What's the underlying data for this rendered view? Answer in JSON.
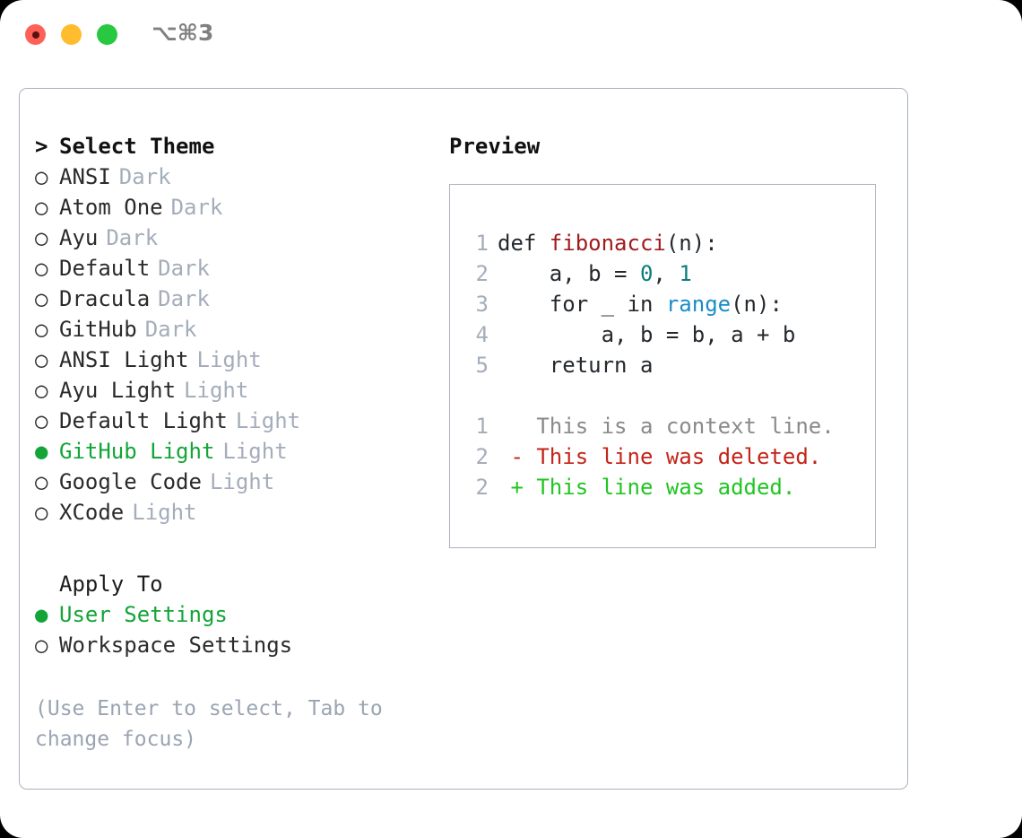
{
  "titlebar": {
    "shortcut": "⌥⌘3",
    "buttons": [
      {
        "name": "close",
        "color": "#ff6058"
      },
      {
        "name": "minimize",
        "color": "#ffbd2e"
      },
      {
        "name": "maximize",
        "color": "#28c940"
      }
    ]
  },
  "left": {
    "header_marker": ">",
    "header": "Select Theme",
    "marker_unselected": "○",
    "marker_selected": "●",
    "themes": [
      {
        "name": "ANSI",
        "variant": "Dark",
        "selected": false
      },
      {
        "name": "Atom One",
        "variant": "Dark",
        "selected": false
      },
      {
        "name": "Ayu",
        "variant": "Dark",
        "selected": false
      },
      {
        "name": "Default",
        "variant": "Dark",
        "selected": false
      },
      {
        "name": "Dracula",
        "variant": "Dark",
        "selected": false
      },
      {
        "name": "GitHub",
        "variant": "Dark",
        "selected": false
      },
      {
        "name": "ANSI Light",
        "variant": "Light",
        "selected": false
      },
      {
        "name": "Ayu Light",
        "variant": "Light",
        "selected": false
      },
      {
        "name": "Default Light",
        "variant": "Light",
        "selected": false
      },
      {
        "name": "GitHub Light",
        "variant": "Light",
        "selected": true
      },
      {
        "name": "Google Code",
        "variant": "Light",
        "selected": false
      },
      {
        "name": "XCode",
        "variant": "Light",
        "selected": false
      }
    ],
    "apply_to_header": "Apply To",
    "apply_to": [
      {
        "name": "User Settings",
        "selected": true
      },
      {
        "name": "Workspace Settings",
        "selected": false
      }
    ],
    "hint": "(Use Enter to select, Tab to change focus)"
  },
  "right": {
    "header": "Preview",
    "code_lines": [
      {
        "no": "1",
        "tokens": [
          {
            "t": "def ",
            "c": "plain"
          },
          {
            "t": "fibonacci",
            "c": "fn"
          },
          {
            "t": "(n):",
            "c": "plain"
          }
        ]
      },
      {
        "no": "2",
        "tokens": [
          {
            "t": "    a, b = ",
            "c": "plain"
          },
          {
            "t": "0",
            "c": "num"
          },
          {
            "t": ", ",
            "c": "plain"
          },
          {
            "t": "1",
            "c": "num"
          }
        ]
      },
      {
        "no": "3",
        "tokens": [
          {
            "t": "    for _ in ",
            "c": "plain"
          },
          {
            "t": "range",
            "c": "builtin"
          },
          {
            "t": "(n):",
            "c": "plain"
          }
        ]
      },
      {
        "no": "4",
        "tokens": [
          {
            "t": "        a, b = b, a + b",
            "c": "plain"
          }
        ]
      },
      {
        "no": "5",
        "tokens": [
          {
            "t": "    return a",
            "c": "plain"
          }
        ]
      }
    ],
    "diff_lines": [
      {
        "no": "1",
        "sign": " ",
        "text": "This is a context line.",
        "kind": "ctx"
      },
      {
        "no": "2",
        "sign": "-",
        "text": "This line was deleted.",
        "kind": "del"
      },
      {
        "no": "2",
        "sign": "+",
        "text": "This line was added.",
        "kind": "add"
      }
    ]
  },
  "colors": {
    "selected_green": "#13a538",
    "diff_add": "#22c522",
    "diff_del": "#c4241a",
    "diff_ctx": "#8a8a8a",
    "muted": "#a4adba",
    "border": "#aab2bd",
    "fn": "#a01b1b",
    "num": "#0d7c7c",
    "builtin": "#1a8cc8"
  }
}
